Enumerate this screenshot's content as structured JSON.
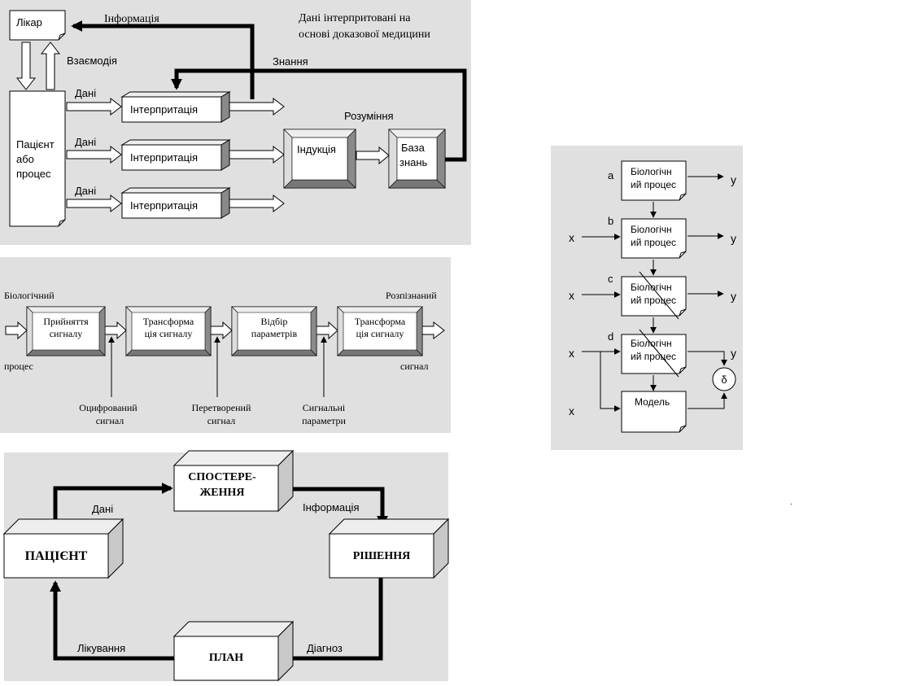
{
  "colors": {
    "panel": "#e0e0e0",
    "box_light": "#ffffff",
    "box_side": "#c8c8c8",
    "box_top": "#eeeeee",
    "box_dark": "#8a8a8a",
    "line": "#000000"
  },
  "d1": {
    "doctor": "Лікар",
    "info": "Інформація",
    "interaction": "Взаємодія",
    "note_line1": "Дані    інтерпритовані    на",
    "note_line2": "основі доказової медицини",
    "knowledge": "Знання",
    "data_labels": [
      "Дані",
      "Дані",
      "Дані"
    ],
    "interp": [
      "Інтерпритація",
      "Інтерпритація",
      "Інтерпритація"
    ],
    "understanding": "Розуміння",
    "induction": "Індукція",
    "kb_line1": "База",
    "kb_line2": "знань",
    "patient_line1": "Пацієнт",
    "patient_line2": "або",
    "patient_line3": "процес"
  },
  "d2": {
    "in_top": "Біологічний",
    "in_bottom": "процес",
    "out_top": "Розпізнаний",
    "out_bottom": "сигнал",
    "boxes": [
      [
        "Прийняття",
        "сигналу"
      ],
      [
        "Трансформа",
        "ція сигналу"
      ],
      [
        "Відбір",
        "параметрів"
      ],
      [
        "Трансформа",
        "ція сигналу"
      ]
    ],
    "notes": [
      [
        "Оцифрований",
        "сигнал"
      ],
      [
        "Перетворений",
        "сигнал"
      ],
      [
        "Сигнальні",
        "параметри"
      ]
    ]
  },
  "d3": {
    "observation_line1": "СПОСТЕРЕ-",
    "observation_line2": "ЖЕННЯ",
    "patient": "ПАЦІЄНТ",
    "decision": "РІШЕННЯ",
    "plan": "ПЛАН",
    "data": "Дані",
    "information": "Інформація",
    "treatment": "Лікування",
    "diagnosis": "Діагноз"
  },
  "d4": {
    "box_line1": "Біологічн",
    "box_line2": "ий процес",
    "letters": [
      "a",
      "b",
      "c",
      "d"
    ],
    "x": "x",
    "y": "y",
    "model": "Модель",
    "delta": "δ"
  },
  "dot": "."
}
